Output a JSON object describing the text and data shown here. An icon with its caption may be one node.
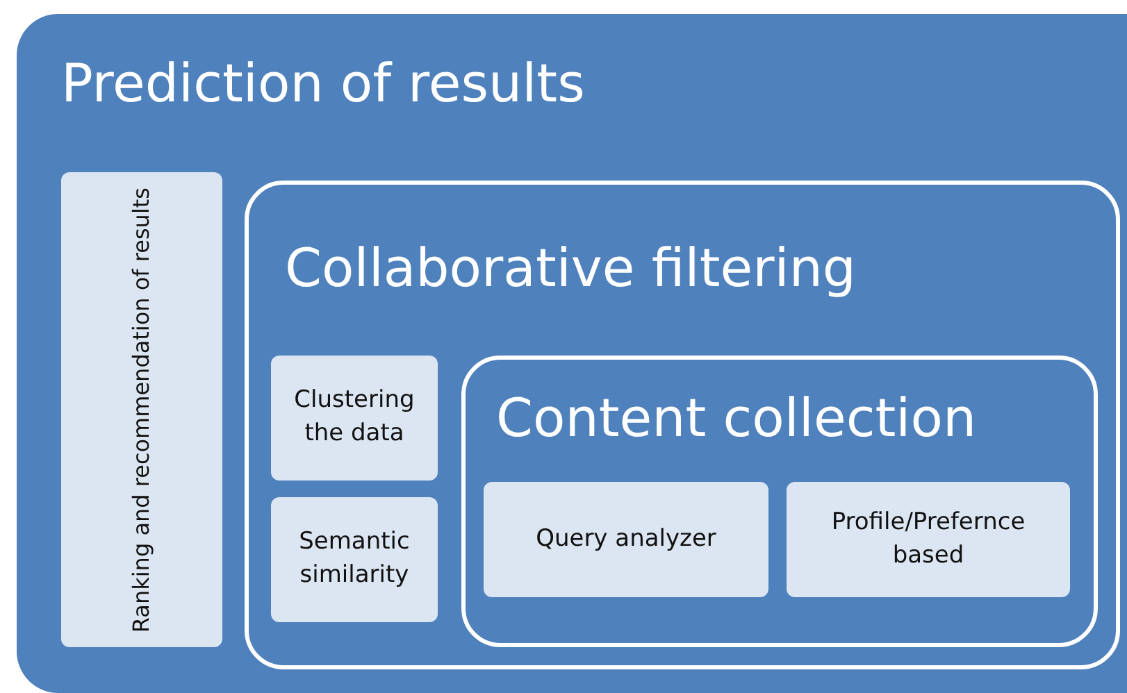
{
  "diagram": {
    "nodes": [
      {
        "text": [
          "Prediction of results"
        ]
      },
      {
        "text": [
          "Ranking  and recommendation of results"
        ],
        "in": 0
      },
      {
        "text": [
          "Collaborative filtering"
        ],
        "in": 0
      },
      {
        "text": [
          "Clustering the data"
        ],
        "in": 2
      },
      {
        "text": [
          "Semantic similarity"
        ],
        "in": 2
      },
      {
        "text": [
          "Content collection"
        ],
        "in": 2
      },
      {
        "text": [
          "Query analyzer"
        ],
        "in": 5
      },
      {
        "text": [
          "Profile/Prefernce based"
        ],
        "in": 5
      }
    ]
  }
}
